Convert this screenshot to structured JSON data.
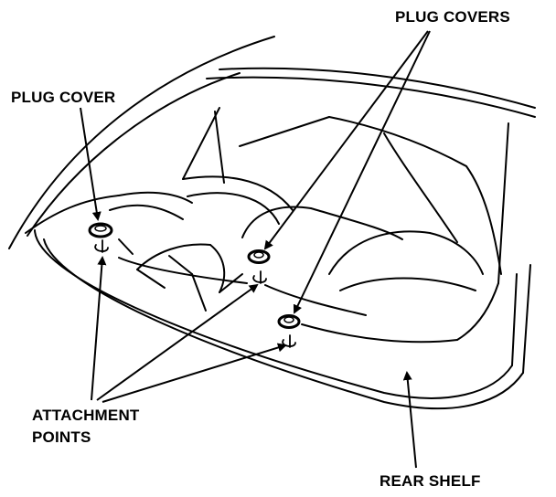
{
  "labels": {
    "plug_cover": "PLUG COVER",
    "plug_covers": "PLUG COVERS",
    "attachment_line1": "ATTACHMENT",
    "attachment_line2": "POINTS",
    "rear_shelf": "REAR SHELF"
  },
  "colors": {
    "ink": "#000000",
    "paper": "#ffffff"
  }
}
